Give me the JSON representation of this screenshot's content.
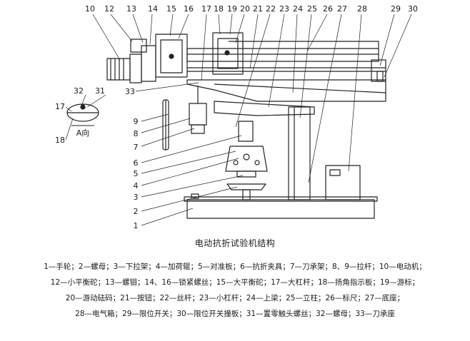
{
  "figure": {
    "title": "电动抗折试验机结构",
    "callouts_top": [
      "10",
      "12",
      "13",
      "14",
      "15",
      "16",
      "17",
      "18",
      "19",
      "20",
      "21",
      "22",
      "23",
      "24",
      "25",
      "26",
      "27",
      "28",
      "29",
      "30"
    ],
    "callouts_left": [
      "33",
      "9",
      "8",
      "7",
      "6",
      "5",
      "4",
      "3",
      "2",
      "1"
    ],
    "inset_callouts": [
      "32",
      "31",
      "17",
      "18"
    ],
    "inset_label": "A向",
    "legend": [
      "1—手轮；2—螺母；3—下拉架；4—加荷辊；5—对准板；6—抗折夹具；7—刀承架；8、9—拉杆；10—电动机；",
      "12—小平衡砣；13—螺钼；14、16—锁紧螺丝；15—大平衡砣；17—大杠杆；18—扬角指示板；19—游标；",
      "20—游动砝码；21—按钮；22—丝杆；23—小杠杆；24—上梁；25—立柱；26—标尺；27—底座；",
      "28—电气箱；29—限位开关；30—限位开关撞板；31—置零触头螺丝；32—螺母；33—刀承座"
    ]
  }
}
